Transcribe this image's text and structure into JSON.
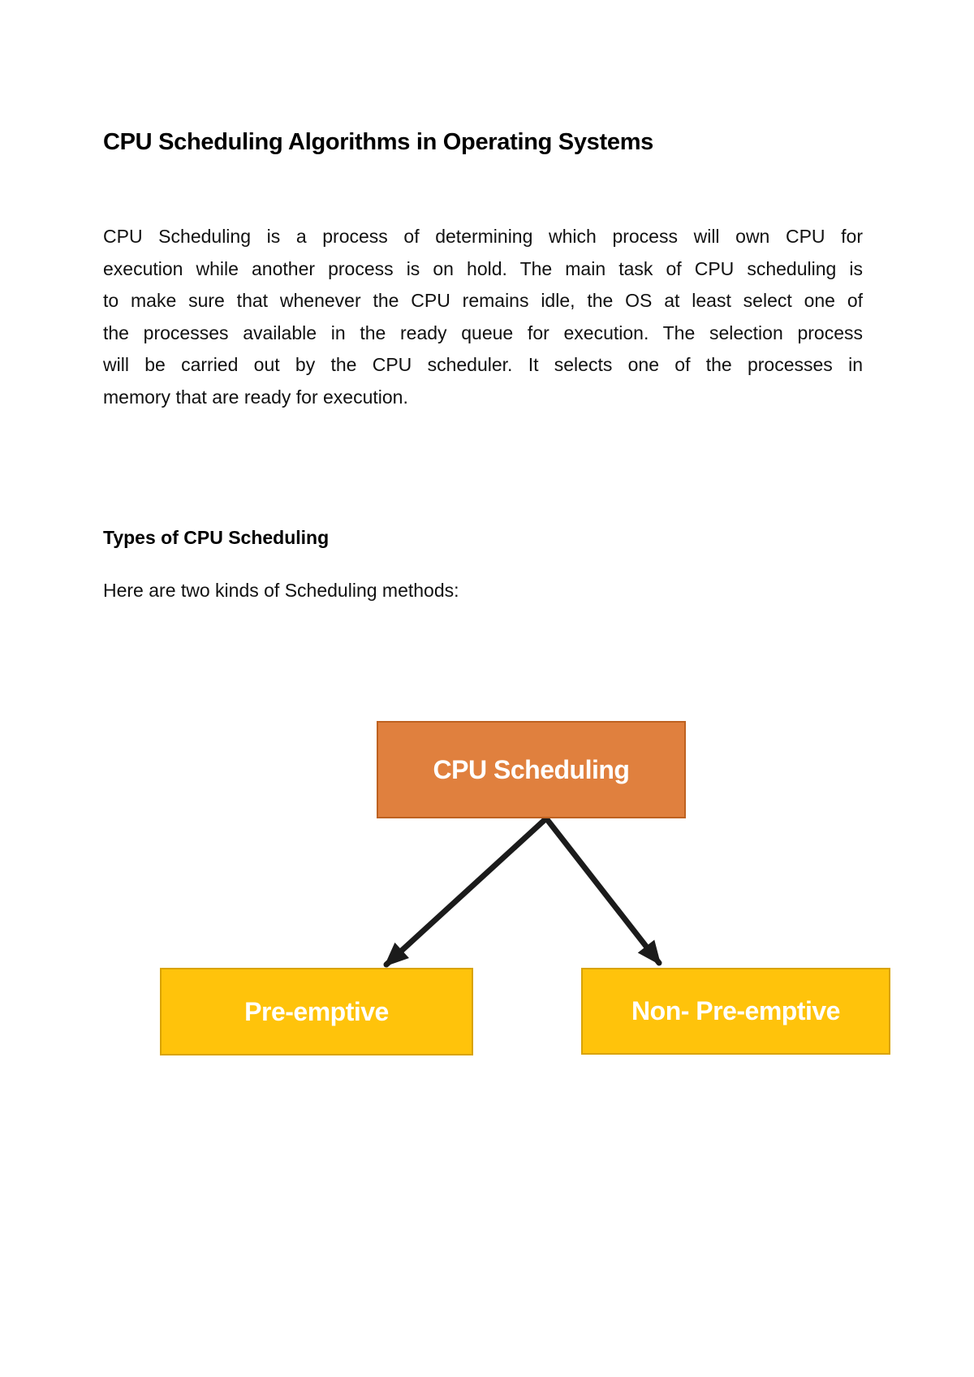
{
  "title": "CPU Scheduling Algorithms in Operating Systems",
  "paragraph": {
    "lines": [
      "CPU Scheduling is a process of determining which process will own CPU for",
      "execution while another process is on hold. The main task of CPU scheduling is",
      "to make sure that whenever the CPU remains idle, the OS at least select one of",
      "the processes available in the ready queue for execution. The selection process",
      "will be carried out by the CPU scheduler. It selects one of the processes in",
      "memory that are ready for execution."
    ]
  },
  "section": {
    "heading": "Types of CPU Scheduling",
    "subtext": "Here are two kinds of Scheduling methods:"
  },
  "diagram": {
    "root_label": "CPU Scheduling",
    "left_label": "Pre-emptive",
    "right_label": "Non- Pre-emptive",
    "colors": {
      "root_fill": "#E0803E",
      "root_border": "#BE6221",
      "child_fill": "#FFC30B",
      "child_border": "#D9A302",
      "arrow": "#1B1B1B",
      "node_text": "#FFFFFF"
    }
  }
}
